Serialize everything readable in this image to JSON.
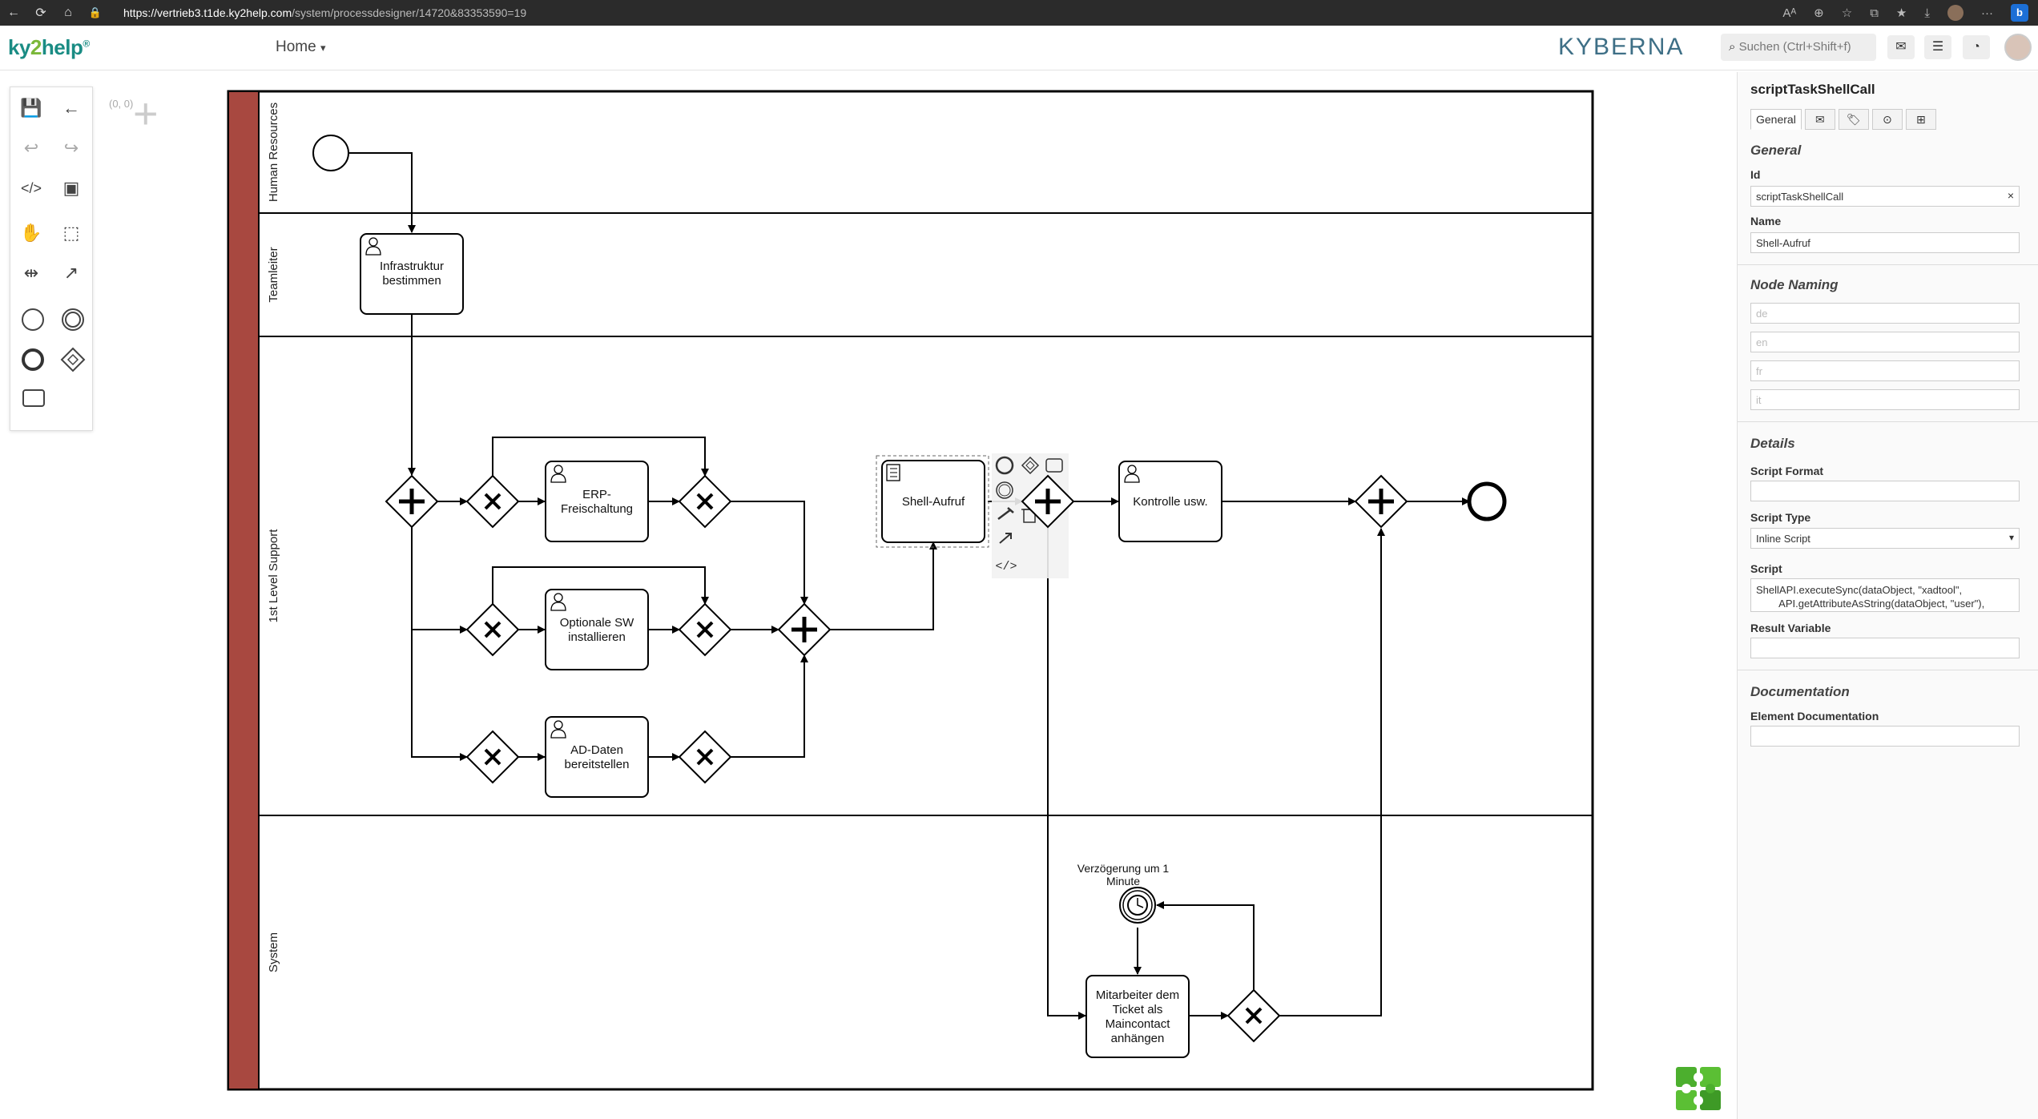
{
  "browser": {
    "url_host": "https://vertrieb3.t1de.ky2help.com",
    "url_path": "/system/processdesigner/14720&83353590=19"
  },
  "header": {
    "logo_a": "ky",
    "logo_b": "2",
    "logo_c": "help",
    "logo_mark": "®",
    "home_label": "Home",
    "brand": "KYBERNA",
    "search_placeholder": "Suchen (Ctrl+Shift+f)"
  },
  "canvas": {
    "coord_readout": "(0, 0)",
    "lanes": [
      "Human Resources",
      "Teamleiter",
      "1st Level Support",
      "System"
    ],
    "tasks": {
      "infrastruktur": [
        "Infrastruktur",
        "bestimmen"
      ],
      "erp": [
        "ERP-",
        "Freischaltung"
      ],
      "optionale": [
        "Optionale SW",
        "installieren"
      ],
      "ad": [
        "AD-Daten",
        "bereitstellen"
      ],
      "shell": [
        "Shell-Aufruf"
      ],
      "kontrolle": [
        "Kontrolle usw."
      ],
      "mitarbeiter": [
        "Mitarbeiter dem",
        "Ticket als",
        "Maincontact",
        "anhängen"
      ]
    },
    "timer_label": [
      "Verzögerung um 1",
      "Minute"
    ]
  },
  "panel": {
    "title": "scriptTaskShellCall",
    "tabs": [
      "General",
      "✉",
      "🏷",
      "⊙",
      "⊞"
    ],
    "general_title": "General",
    "id_label": "Id",
    "id_value": "scriptTaskShellCall",
    "name_label": "Name",
    "name_value": "Shell-Aufruf",
    "naming_title": "Node Naming",
    "naming": [
      "de",
      "en",
      "fr",
      "it"
    ],
    "details_title": "Details",
    "script_format_label": "Script Format",
    "script_format_value": "",
    "script_type_label": "Script Type",
    "script_type_value": "Inline Script",
    "script_label": "Script",
    "script_value": "ShellAPI.executeSync(dataObject, \"xadtool\",\n        API.getAttributeAsString(dataObject, \"user\"),",
    "result_label": "Result Variable",
    "result_value": "",
    "doc_title": "Documentation",
    "doc_label": "Element Documentation",
    "doc_value": ""
  },
  "colors": {
    "lane_bar": "#a84840",
    "logo_teal": "#1a8c84",
    "logo_green": "#7bb83a",
    "brand": "#3e6f86"
  }
}
